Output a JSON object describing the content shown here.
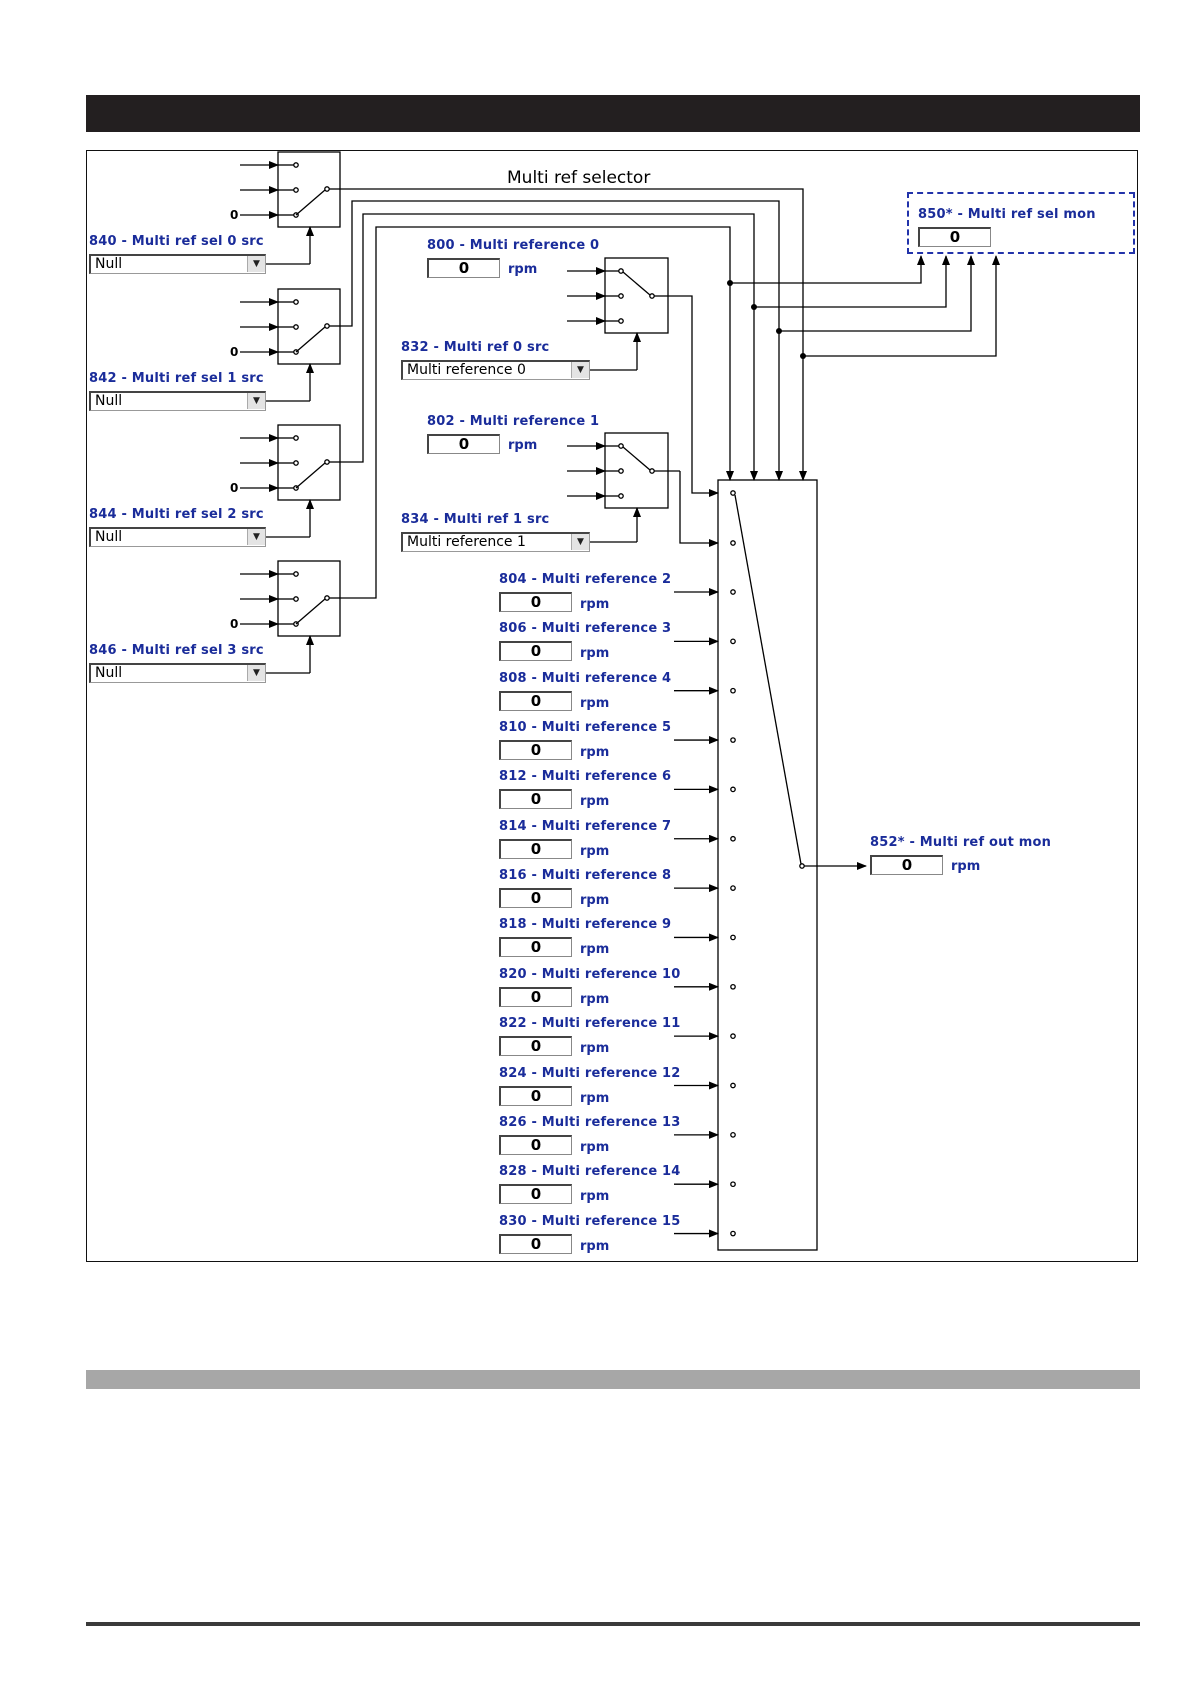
{
  "diagram": {
    "title": "Multi ref selector",
    "constant_zero": "0",
    "unit": "rpm"
  },
  "selector_sources": [
    {
      "label": "840 - Multi ref sel 0 src",
      "value": "Null"
    },
    {
      "label": "842 - Multi ref sel 1 src",
      "value": "Null"
    },
    {
      "label": "844 - Multi ref sel 2 src",
      "value": "Null"
    },
    {
      "label": "846 - Multi ref sel 3 src",
      "value": "Null"
    }
  ],
  "reference_sources": [
    {
      "label": "832 - Multi ref 0 src",
      "value": "Multi reference 0"
    },
    {
      "label": "834 - Multi ref 1 src",
      "value": "Multi reference 1"
    }
  ],
  "references": [
    {
      "label": "800 - Multi reference 0",
      "value": "0"
    },
    {
      "label": "802 - Multi reference 1",
      "value": "0"
    },
    {
      "label": "804 - Multi reference 2",
      "value": "0"
    },
    {
      "label": "806 - Multi reference 3",
      "value": "0"
    },
    {
      "label": "808 - Multi reference 4",
      "value": "0"
    },
    {
      "label": "810 - Multi reference 5",
      "value": "0"
    },
    {
      "label": "812 - Multi reference 6",
      "value": "0"
    },
    {
      "label": "814 - Multi reference 7",
      "value": "0"
    },
    {
      "label": "816 - Multi reference 8",
      "value": "0"
    },
    {
      "label": "818 - Multi reference 9",
      "value": "0"
    },
    {
      "label": "820 - Multi reference 10",
      "value": "0"
    },
    {
      "label": "822 - Multi reference 11",
      "value": "0"
    },
    {
      "label": "824 - Multi reference 12",
      "value": "0"
    },
    {
      "label": "826 - Multi reference 13",
      "value": "0"
    },
    {
      "label": "828 - Multi reference 14",
      "value": "0"
    },
    {
      "label": "830 - Multi reference 15",
      "value": "0"
    }
  ],
  "monitors": {
    "sel_mon": {
      "label": "850* - Multi ref sel mon",
      "value": "0"
    },
    "out_mon": {
      "label": "852* - Multi ref out mon",
      "value": "0"
    }
  }
}
